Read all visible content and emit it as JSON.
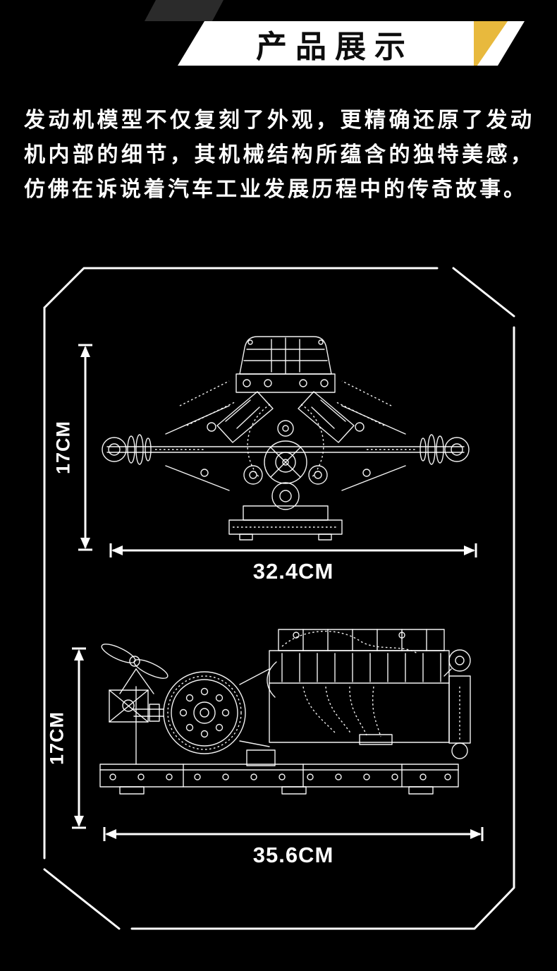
{
  "page": {
    "background_color": "#000000",
    "banner_color": "#ffffff",
    "accent_color": "#e8b93d",
    "text_color": "#ffffff"
  },
  "header": {
    "title": "产品展示"
  },
  "intro": {
    "text": "发动机模型不仅复刻了外观，更精确还原了发动机内部的细节，其机械结构所蕴含的独特美感，仿佛在诉说着汽车工业发展历程中的传奇故事。"
  },
  "diagrams": [
    {
      "height_label": "17CM",
      "width_label": "32.4CM"
    },
    {
      "height_label": "17CM",
      "width_label": "35.6CM"
    }
  ]
}
